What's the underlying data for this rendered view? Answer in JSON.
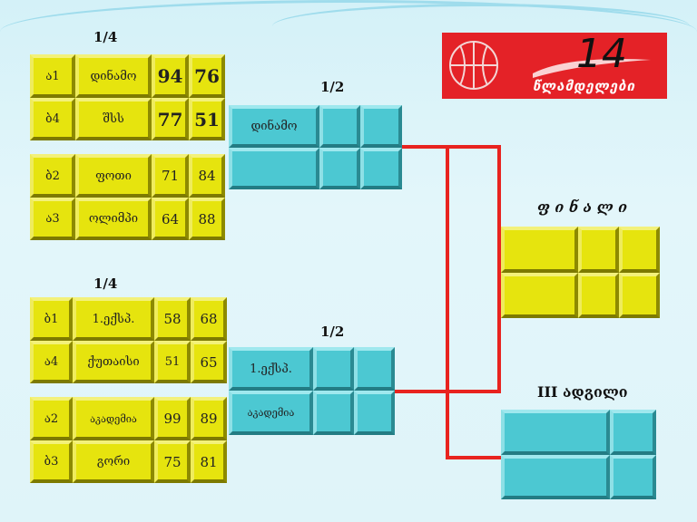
{
  "labels": {
    "qf_top": "1/4",
    "sf_top": "1/2",
    "qf_bottom": "1/4",
    "sf_bottom": "1/2",
    "final": "ფ ი ნ ა ლ ი",
    "third": "III ადგილი"
  },
  "logo": {
    "number": "14",
    "text": "წლამდელები"
  },
  "quarterfinals": [
    {
      "rows": [
        {
          "seed": "ა1",
          "team": "დინამო",
          "s1": "94",
          "s2": "76"
        },
        {
          "seed": "ბ4",
          "team": "შსს",
          "s1": "77",
          "s2": "51"
        }
      ]
    },
    {
      "rows": [
        {
          "seed": "ბ2",
          "team": "ფოთი",
          "s1": "71",
          "s2": "84"
        },
        {
          "seed": "ა3",
          "team": "ოლიმპი",
          "s1": "64",
          "s2": "88"
        }
      ]
    },
    {
      "rows": [
        {
          "seed": "ბ1",
          "team": "1.ექსპ.",
          "s1": "58",
          "s2": "68"
        },
        {
          "seed": "ა4",
          "team": "ქუთაისი",
          "s1": "51",
          "s2": "65"
        }
      ]
    },
    {
      "rows": [
        {
          "seed": "ა2",
          "team": "აკადემია",
          "s1": "99",
          "s2": "89"
        },
        {
          "seed": "ბ3",
          "team": "გორი",
          "s1": "75",
          "s2": "81"
        }
      ]
    }
  ],
  "semifinals": [
    {
      "team1": "დინამო",
      "team2": ""
    },
    {
      "team1": "1.ექსპ.",
      "team2": "აკადემია"
    }
  ],
  "colors": {
    "qf": "#e6e40e",
    "sf": "#4cc8d2",
    "lines": "#e8231f",
    "logo_bg": "#e42227"
  }
}
